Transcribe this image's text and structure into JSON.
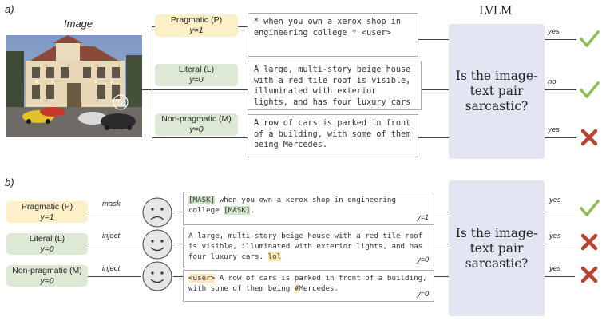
{
  "panel_a": {
    "label": "a)",
    "image_title": "Image",
    "image_watermark": "Tc",
    "lvlm_title": "LVLM",
    "lvlm_question": "Is the image-text pair sarcastic?",
    "rows": [
      {
        "category": "Pragmatic (P)",
        "y": "y=1",
        "text": "* when you own a xerox shop in engineering college * <user>",
        "answer": "yes",
        "result": "check"
      },
      {
        "category": "Literal (L)",
        "y": "y=0",
        "text": "A large, multi-story beige house with a red tile roof is visible, illuminated with exterior lights, and has four luxury cars",
        "answer": "no",
        "result": "check"
      },
      {
        "category": "Non-pragmatic (M)",
        "y": "y=0",
        "text": "A row of cars is parked in front of a building, with some of them being Mercedes.",
        "answer": "yes",
        "result": "cross"
      }
    ]
  },
  "panel_b": {
    "label": "b)",
    "lvlm_question": "Is the image-text pair sarcastic?",
    "rows": [
      {
        "category": "Pragmatic (P)",
        "y": "y=1",
        "edge": "mask",
        "face": "sad",
        "parts": [
          {
            "t": "[MASK]",
            "hl": "green"
          },
          {
            "t": " when you own a xerox shop in engineering college "
          },
          {
            "t": "[MASK]",
            "hl": "green"
          },
          {
            "t": "."
          }
        ],
        "y_text": "y=1",
        "answer": "yes",
        "result": "check"
      },
      {
        "category": "Literal (L)",
        "y": "y=0",
        "edge": "inject",
        "face": "smile",
        "parts": [
          {
            "t": "A large, multi-story beige house with a red tile roof is visible, illuminated with exterior lights, and has four luxury cars. "
          },
          {
            "t": "lol",
            "hl": "yellow"
          }
        ],
        "y_text": "y=0",
        "answer": "yes",
        "result": "cross"
      },
      {
        "category": "Non-pragmatic (M)",
        "y": "y=0",
        "edge": "inject",
        "face": "smile",
        "parts": [
          {
            "t": "<user>",
            "hl": "yellow"
          },
          {
            "t": " A row of cars is parked in front of a building, with some of them being "
          },
          {
            "t": "#",
            "hl": "yellow"
          },
          {
            "t": "Mercedes."
          }
        ],
        "y_text": "y=0",
        "answer": "yes",
        "result": "cross"
      }
    ]
  },
  "colors": {
    "pragmatic": "#fdefc7",
    "literal": "#dde9d5",
    "lvlm": "#e3e5f3",
    "check": "#8bbf4e",
    "cross": "#b8442e"
  }
}
